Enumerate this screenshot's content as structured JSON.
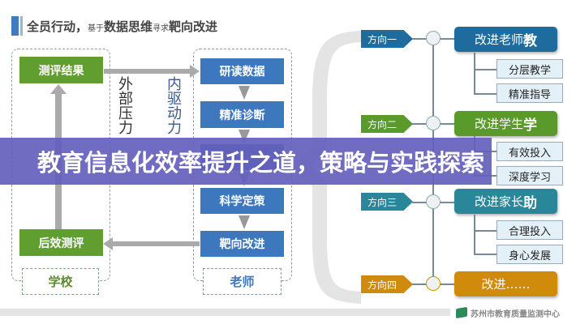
{
  "header": {
    "title_part1": "全员行动，",
    "title_small1": "基于",
    "title_part2": "数据思维",
    "title_small2": "寻求",
    "title_part3": "靶向改进"
  },
  "school": {
    "top": "测评结果",
    "bottom": "后效测评",
    "label": "学校"
  },
  "teacher": {
    "steps": [
      "研读数据",
      "精准诊断",
      "",
      "科学定策",
      "靶向改进"
    ],
    "label": "老师"
  },
  "forces": {
    "external": "外部压力",
    "internal": "内驱动力"
  },
  "directions": [
    {
      "tag": "方向一",
      "main": "改进老师",
      "main_bold": "教",
      "color": "#1e6c9e",
      "subs": [
        "分层教学",
        "精准指导"
      ]
    },
    {
      "tag": "方向二",
      "main": "改进学生",
      "main_bold": "学",
      "color": "#5a9a2a",
      "subs": [
        "有效投入",
        "深度学习"
      ]
    },
    {
      "tag": "方向三",
      "main": "改进家长",
      "main_bold": "助",
      "color": "#2a8799",
      "subs": [
        "合理投入",
        "身心发展"
      ]
    },
    {
      "tag": "方向四",
      "main": "改进……",
      "main_bold": "",
      "color": "#d08a0c",
      "subs": []
    }
  ],
  "logo": {
    "text": "苏州市教育质量监测中心"
  },
  "banner": {
    "text": "教育信息化效率提升之道，策略与实践探索"
  }
}
